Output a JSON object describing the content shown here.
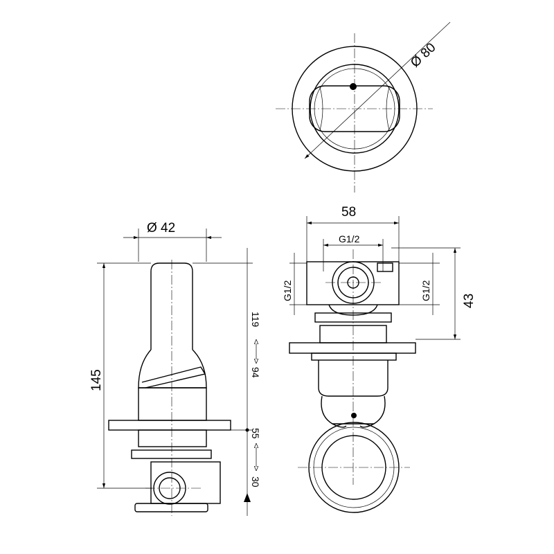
{
  "labels": {
    "dia80": "Ø 80",
    "dia42": "Ø 42",
    "width58": "58",
    "g_top": "G1/2",
    "g_left": "G1/2",
    "g_right": "G1/2",
    "h43": "43",
    "h145": "145",
    "d119": "119",
    "d94": "94",
    "d55": "55",
    "d30": "30"
  }
}
